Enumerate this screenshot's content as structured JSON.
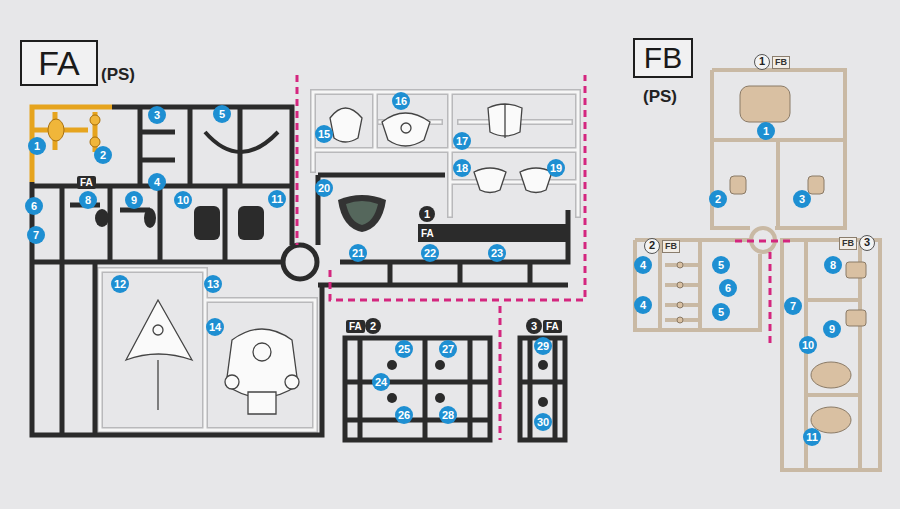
{
  "diagram": {
    "nodes": [
      {
        "text": [
          "FA"
        ]
      },
      {
        "text": [
          "FB"
        ]
      }
    ],
    "labels": [
      "(PS)",
      "(PS)",
      "1",
      "2",
      "3",
      "5",
      "4",
      "6",
      "7",
      "FA",
      "8",
      "9",
      "10",
      "11",
      "12",
      "13",
      "14",
      "16",
      "15",
      "17",
      "18",
      "19",
      "20",
      "1",
      "FA",
      "21",
      "22",
      "23",
      "FA",
      "2",
      "25",
      "27",
      "24",
      "26",
      "28",
      "3",
      "FA",
      "29",
      "30",
      "1",
      "FB",
      "1",
      "2",
      "3",
      "2",
      "FB",
      "4",
      "5",
      "6",
      "4",
      "5",
      "FB",
      "3",
      "8",
      "7",
      "9",
      "10",
      "11"
    ]
  }
}
